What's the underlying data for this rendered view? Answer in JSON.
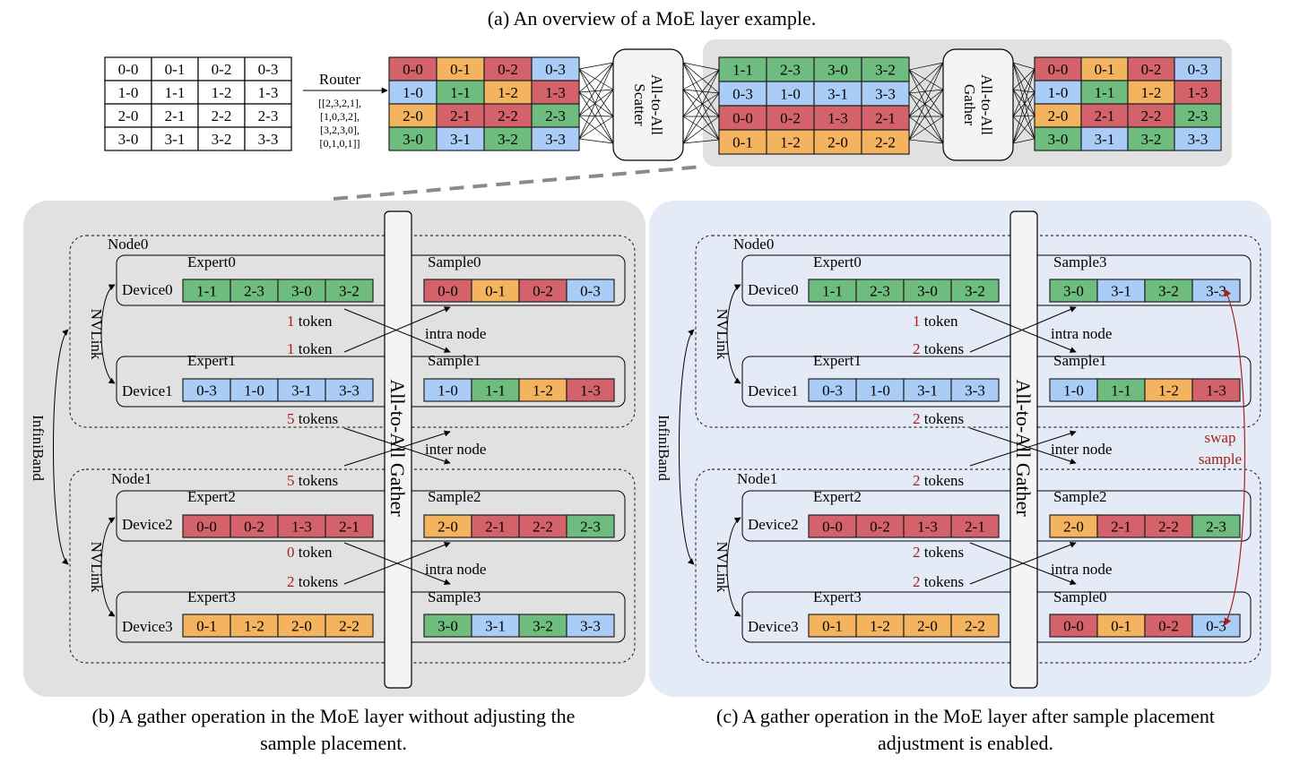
{
  "colors": {
    "red": "#d4626a",
    "orange": "#f4b35e",
    "green": "#6fbc7f",
    "blue": "#a9cdf7",
    "panel_gray": "#e1e1e1",
    "panel_blue": "#e4ebf7",
    "accent_red": "#a8201a"
  },
  "captions": {
    "a": "(a) An overview of a MoE layer example.",
    "b1": "(b) A gather operation in the MoE layer without adjusting the",
    "b2": "sample placement.",
    "c1": "(c) A gather operation in the MoE layer after sample placement",
    "c2": "adjustment is enabled."
  },
  "overview": {
    "input_grid": [
      [
        "0-0",
        "0-1",
        "0-2",
        "0-3"
      ],
      [
        "1-0",
        "1-1",
        "1-2",
        "1-3"
      ],
      [
        "2-0",
        "2-1",
        "2-2",
        "2-3"
      ],
      [
        "3-0",
        "3-1",
        "3-2",
        "3-3"
      ]
    ],
    "router_label": "Router",
    "router_lines": [
      "[[2,3,2,1],",
      "[1,0,3,2],",
      "[3,2,3,0],",
      "[0,1,0,1]]"
    ],
    "routed_grid": [
      [
        [
          "0-0",
          "red"
        ],
        [
          "0-1",
          "orange"
        ],
        [
          "0-2",
          "red"
        ],
        [
          "0-3",
          "blue"
        ]
      ],
      [
        [
          "1-0",
          "blue"
        ],
        [
          "1-1",
          "green"
        ],
        [
          "1-2",
          "orange"
        ],
        [
          "1-3",
          "red"
        ]
      ],
      [
        [
          "2-0",
          "orange"
        ],
        [
          "2-1",
          "red"
        ],
        [
          "2-2",
          "red"
        ],
        [
          "2-3",
          "green"
        ]
      ],
      [
        [
          "3-0",
          "green"
        ],
        [
          "3-1",
          "blue"
        ],
        [
          "3-2",
          "green"
        ],
        [
          "3-3",
          "blue"
        ]
      ]
    ],
    "scatter_label": [
      "All-to-All",
      "Scatter"
    ],
    "expert_grid": [
      [
        [
          "1-1",
          "green"
        ],
        [
          "2-3",
          "green"
        ],
        [
          "3-0",
          "green"
        ],
        [
          "3-2",
          "green"
        ]
      ],
      [
        [
          "0-3",
          "blue"
        ],
        [
          "1-0",
          "blue"
        ],
        [
          "3-1",
          "blue"
        ],
        [
          "3-3",
          "blue"
        ]
      ],
      [
        [
          "0-0",
          "red"
        ],
        [
          "0-2",
          "red"
        ],
        [
          "1-3",
          "red"
        ],
        [
          "2-1",
          "red"
        ]
      ],
      [
        [
          "0-1",
          "orange"
        ],
        [
          "1-2",
          "orange"
        ],
        [
          "2-0",
          "orange"
        ],
        [
          "2-2",
          "orange"
        ]
      ]
    ],
    "gather_label": [
      "All-to-All",
      "Gather"
    ],
    "output_grid": [
      [
        [
          "0-0",
          "red"
        ],
        [
          "0-1",
          "orange"
        ],
        [
          "0-2",
          "red"
        ],
        [
          "0-3",
          "blue"
        ]
      ],
      [
        [
          "1-0",
          "blue"
        ],
        [
          "1-1",
          "green"
        ],
        [
          "1-2",
          "orange"
        ],
        [
          "1-3",
          "red"
        ]
      ],
      [
        [
          "2-0",
          "orange"
        ],
        [
          "2-1",
          "red"
        ],
        [
          "2-2",
          "red"
        ],
        [
          "2-3",
          "green"
        ]
      ],
      [
        [
          "3-0",
          "green"
        ],
        [
          "3-1",
          "blue"
        ],
        [
          "3-2",
          "green"
        ],
        [
          "3-3",
          "blue"
        ]
      ]
    ]
  },
  "panel_b": {
    "gather_label": "All-to-All Gather",
    "infiniband": "InfiniBand",
    "nvlink": "NVLink",
    "nodes": [
      "Node0",
      "Node1"
    ],
    "devices": [
      "Device0",
      "Device1",
      "Device2",
      "Device3"
    ],
    "experts": [
      {
        "name": "Expert0",
        "cells": [
          [
            "1-1",
            "green"
          ],
          [
            "2-3",
            "green"
          ],
          [
            "3-0",
            "green"
          ],
          [
            "3-2",
            "green"
          ]
        ]
      },
      {
        "name": "Expert1",
        "cells": [
          [
            "0-3",
            "blue"
          ],
          [
            "1-0",
            "blue"
          ],
          [
            "3-1",
            "blue"
          ],
          [
            "3-3",
            "blue"
          ]
        ]
      },
      {
        "name": "Expert2",
        "cells": [
          [
            "0-0",
            "red"
          ],
          [
            "0-2",
            "red"
          ],
          [
            "1-3",
            "red"
          ],
          [
            "2-1",
            "red"
          ]
        ]
      },
      {
        "name": "Expert3",
        "cells": [
          [
            "0-1",
            "orange"
          ],
          [
            "1-2",
            "orange"
          ],
          [
            "2-0",
            "orange"
          ],
          [
            "2-2",
            "orange"
          ]
        ]
      }
    ],
    "samples": [
      {
        "name": "Sample0",
        "cells": [
          [
            "0-0",
            "red"
          ],
          [
            "0-1",
            "orange"
          ],
          [
            "0-2",
            "red"
          ],
          [
            "0-3",
            "blue"
          ]
        ]
      },
      {
        "name": "Sample1",
        "cells": [
          [
            "1-0",
            "blue"
          ],
          [
            "1-1",
            "green"
          ],
          [
            "1-2",
            "orange"
          ],
          [
            "1-3",
            "red"
          ]
        ]
      },
      {
        "name": "Sample2",
        "cells": [
          [
            "2-0",
            "orange"
          ],
          [
            "2-1",
            "red"
          ],
          [
            "2-2",
            "red"
          ],
          [
            "2-3",
            "green"
          ]
        ]
      },
      {
        "name": "Sample3",
        "cells": [
          [
            "3-0",
            "green"
          ],
          [
            "3-1",
            "blue"
          ],
          [
            "3-2",
            "green"
          ],
          [
            "3-3",
            "blue"
          ]
        ]
      }
    ],
    "counts": [
      [
        "1",
        " token"
      ],
      [
        "1",
        " token"
      ],
      [
        "5",
        " tokens"
      ],
      [
        "5",
        " tokens"
      ],
      [
        "0",
        " token"
      ],
      [
        "2",
        " tokens"
      ]
    ],
    "link_labels": [
      "intra node",
      "inter node",
      "intra node"
    ]
  },
  "panel_c": {
    "gather_label": "All-to-All Gather",
    "infiniband": "InfiniBand",
    "nvlink": "NVLink",
    "nodes": [
      "Node0",
      "Node1"
    ],
    "devices": [
      "Device0",
      "Device1",
      "Device2",
      "Device3"
    ],
    "experts": [
      {
        "name": "Expert0",
        "cells": [
          [
            "1-1",
            "green"
          ],
          [
            "2-3",
            "green"
          ],
          [
            "3-0",
            "green"
          ],
          [
            "3-2",
            "green"
          ]
        ]
      },
      {
        "name": "Expert1",
        "cells": [
          [
            "0-3",
            "blue"
          ],
          [
            "1-0",
            "blue"
          ],
          [
            "3-1",
            "blue"
          ],
          [
            "3-3",
            "blue"
          ]
        ]
      },
      {
        "name": "Expert2",
        "cells": [
          [
            "0-0",
            "red"
          ],
          [
            "0-2",
            "red"
          ],
          [
            "1-3",
            "red"
          ],
          [
            "2-1",
            "red"
          ]
        ]
      },
      {
        "name": "Expert3",
        "cells": [
          [
            "0-1",
            "orange"
          ],
          [
            "1-2",
            "orange"
          ],
          [
            "2-0",
            "orange"
          ],
          [
            "2-2",
            "orange"
          ]
        ]
      }
    ],
    "samples": [
      {
        "name": "Sample3",
        "cells": [
          [
            "3-0",
            "green"
          ],
          [
            "3-1",
            "blue"
          ],
          [
            "3-2",
            "green"
          ],
          [
            "3-3",
            "blue"
          ]
        ]
      },
      {
        "name": "Sample1",
        "cells": [
          [
            "1-0",
            "blue"
          ],
          [
            "1-1",
            "green"
          ],
          [
            "1-2",
            "orange"
          ],
          [
            "1-3",
            "red"
          ]
        ]
      },
      {
        "name": "Sample2",
        "cells": [
          [
            "2-0",
            "orange"
          ],
          [
            "2-1",
            "red"
          ],
          [
            "2-2",
            "red"
          ],
          [
            "2-3",
            "green"
          ]
        ]
      },
      {
        "name": "Sample0",
        "cells": [
          [
            "0-0",
            "red"
          ],
          [
            "0-1",
            "orange"
          ],
          [
            "0-2",
            "red"
          ],
          [
            "0-3",
            "blue"
          ]
        ]
      }
    ],
    "counts": [
      [
        "1",
        " token"
      ],
      [
        "2",
        " tokens"
      ],
      [
        "2",
        " tokens"
      ],
      [
        "2",
        " tokens"
      ],
      [
        "2",
        " tokens"
      ],
      [
        "2",
        " tokens"
      ]
    ],
    "link_labels": [
      "intra node",
      "inter node",
      "intra node"
    ],
    "swap_label": [
      "swap",
      "sample"
    ]
  }
}
